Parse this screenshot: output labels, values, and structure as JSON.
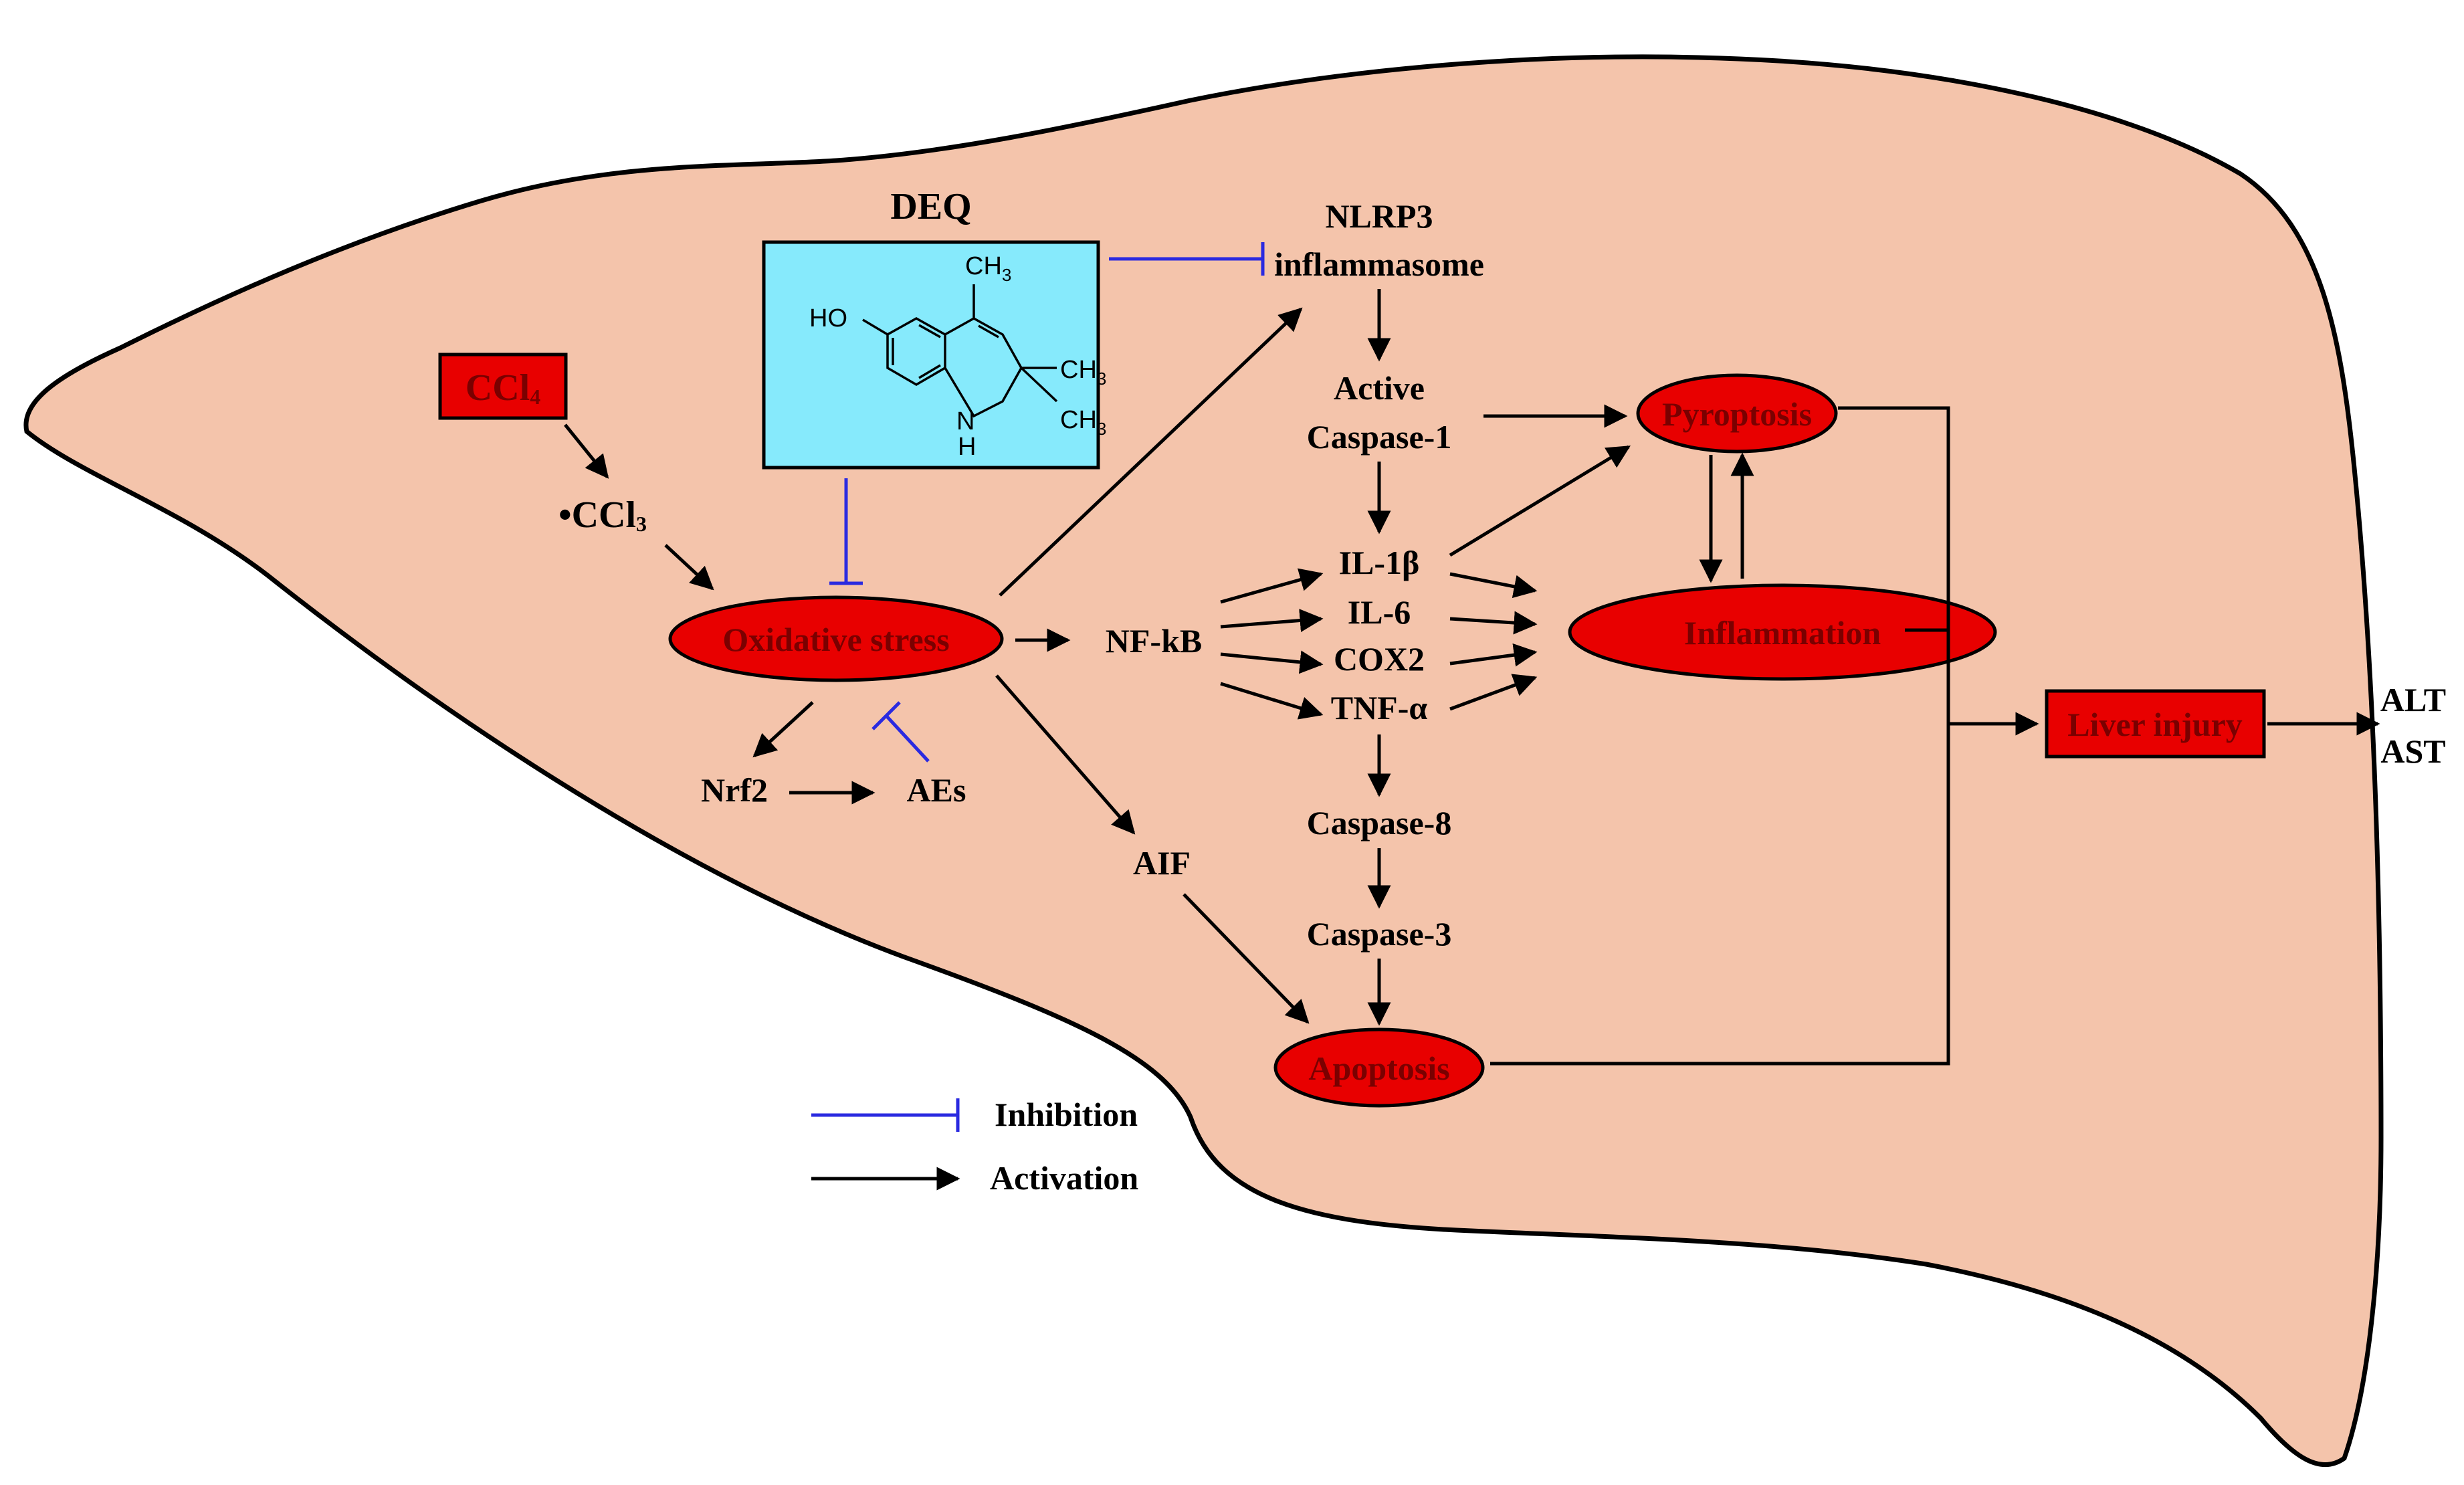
{
  "drug": {
    "name": "DEQ",
    "groups": {
      "ch3_top": "CH",
      "ch3_sub": "3",
      "ho": "HO",
      "ch3_a": "CH",
      "ch3_b": "CH",
      "n": "N",
      "h": "H"
    }
  },
  "inducer": {
    "label": "CCl",
    "sub": "4"
  },
  "radical": {
    "label": "•CCl",
    "sub": "3"
  },
  "nodes": {
    "oxidative_stress": "Oxidative stress",
    "nrf2": "Nrf2",
    "aes": "AEs",
    "nlrp3_line1": "NLRP3",
    "nlrp3_line2": "inflammasome",
    "active_line1": "Active",
    "active_line2": "Caspase-1",
    "nfkb": "NF-kB",
    "il1b": "IL-1β",
    "il6": "IL-6",
    "cox2": "COX2",
    "tnfa": "TNF-α",
    "casp8": "Caspase-8",
    "casp3": "Caspase-3",
    "aif": "AIF",
    "pyroptosis": "Pyroptosis",
    "inflammation": "Inflammation",
    "apoptosis": "Apoptosis",
    "liver_injury": "Liver injury",
    "alt": "ALT",
    "ast": "AST"
  },
  "legend": {
    "inhibition": "Inhibition",
    "activation": "Activation"
  },
  "colors": {
    "liver": "#f4c4ab",
    "red": "#e80000",
    "cyan": "#86eafc",
    "inhibit": "#2a2ae0",
    "black": "#000000"
  }
}
